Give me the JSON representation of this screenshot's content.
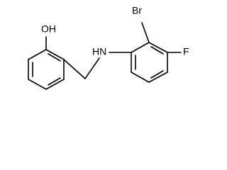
{
  "molecule": {
    "atoms": {
      "hydroxyl": "OH",
      "bromo": "Br",
      "amine": "HN",
      "fluoro": "F"
    }
  }
}
